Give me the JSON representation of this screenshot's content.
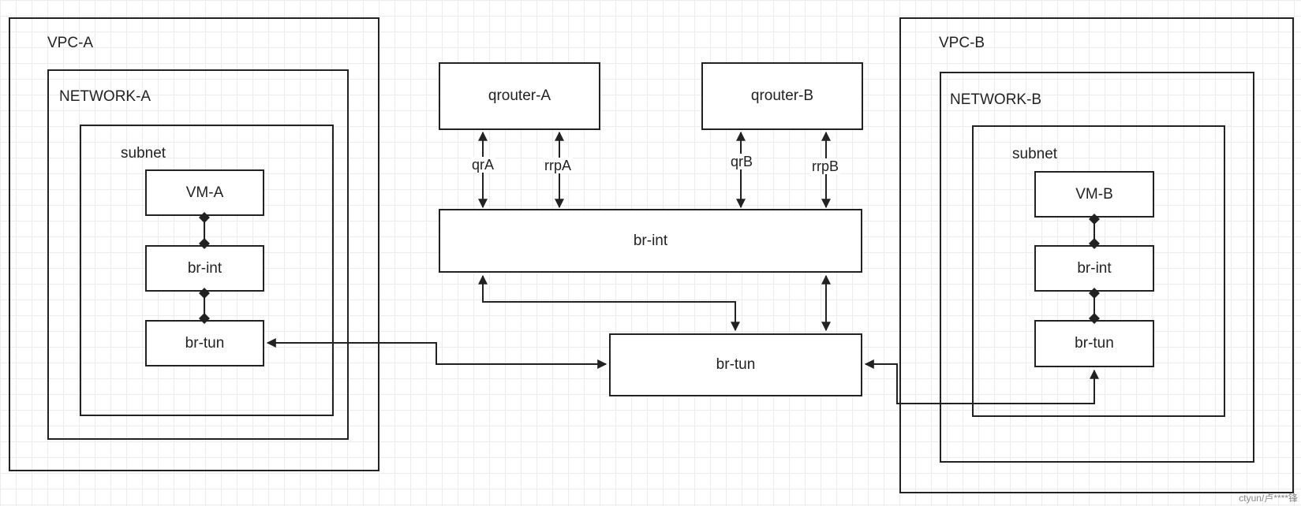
{
  "vpc_a": {
    "label": "VPC-A",
    "network": {
      "label": "NETWORK-A",
      "subnet": {
        "label": "subnet",
        "vm": "VM-A",
        "br_int": "br-int",
        "br_tun": "br-tun"
      }
    }
  },
  "vpc_b": {
    "label": "VPC-B",
    "network": {
      "label": "NETWORK-B",
      "subnet": {
        "label": "subnet",
        "vm": "VM-B",
        "br_int": "br-int",
        "br_tun": "br-tun"
      }
    }
  },
  "center": {
    "qrouter_a": "qrouter-A",
    "qrouter_b": "qrouter-B",
    "br_int": "br-int",
    "br_tun": "br-tun",
    "links": {
      "qra": "qrA",
      "rrpa": "rrpA",
      "qrb": "qrB",
      "rrpb": "rrpB"
    }
  },
  "watermark": "ctyun/卢****锋"
}
